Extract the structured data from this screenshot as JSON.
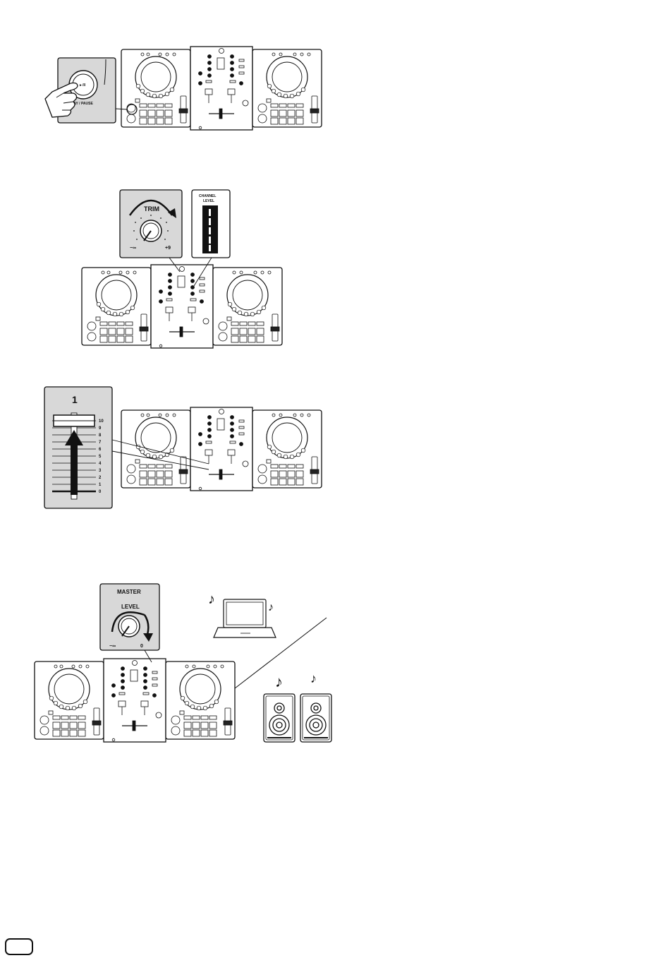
{
  "figures": {
    "play": {
      "button_symbol": "►/II",
      "button_label": "PLAY / PAUSE"
    },
    "trim": {
      "knob_label": "TRIM",
      "min_label": "−∞",
      "max_label": "+9",
      "meter_label_line1": "CHANNEL",
      "meter_label_line2": "LEVEL"
    },
    "fader": {
      "channel_number": "1",
      "scale": [
        "10",
        "9",
        "8",
        "7",
        "6",
        "5",
        "4",
        "3",
        "2",
        "1",
        "0"
      ]
    },
    "master": {
      "label_line1": "MASTER",
      "label_line2": "LEVEL",
      "min_label": "−∞",
      "max_label": "0",
      "music_note": "♪"
    }
  },
  "icons": [
    "hand-pointer-icon",
    "laptop-icon",
    "speaker-icon",
    "music-note-icon",
    "arrow-icon"
  ]
}
